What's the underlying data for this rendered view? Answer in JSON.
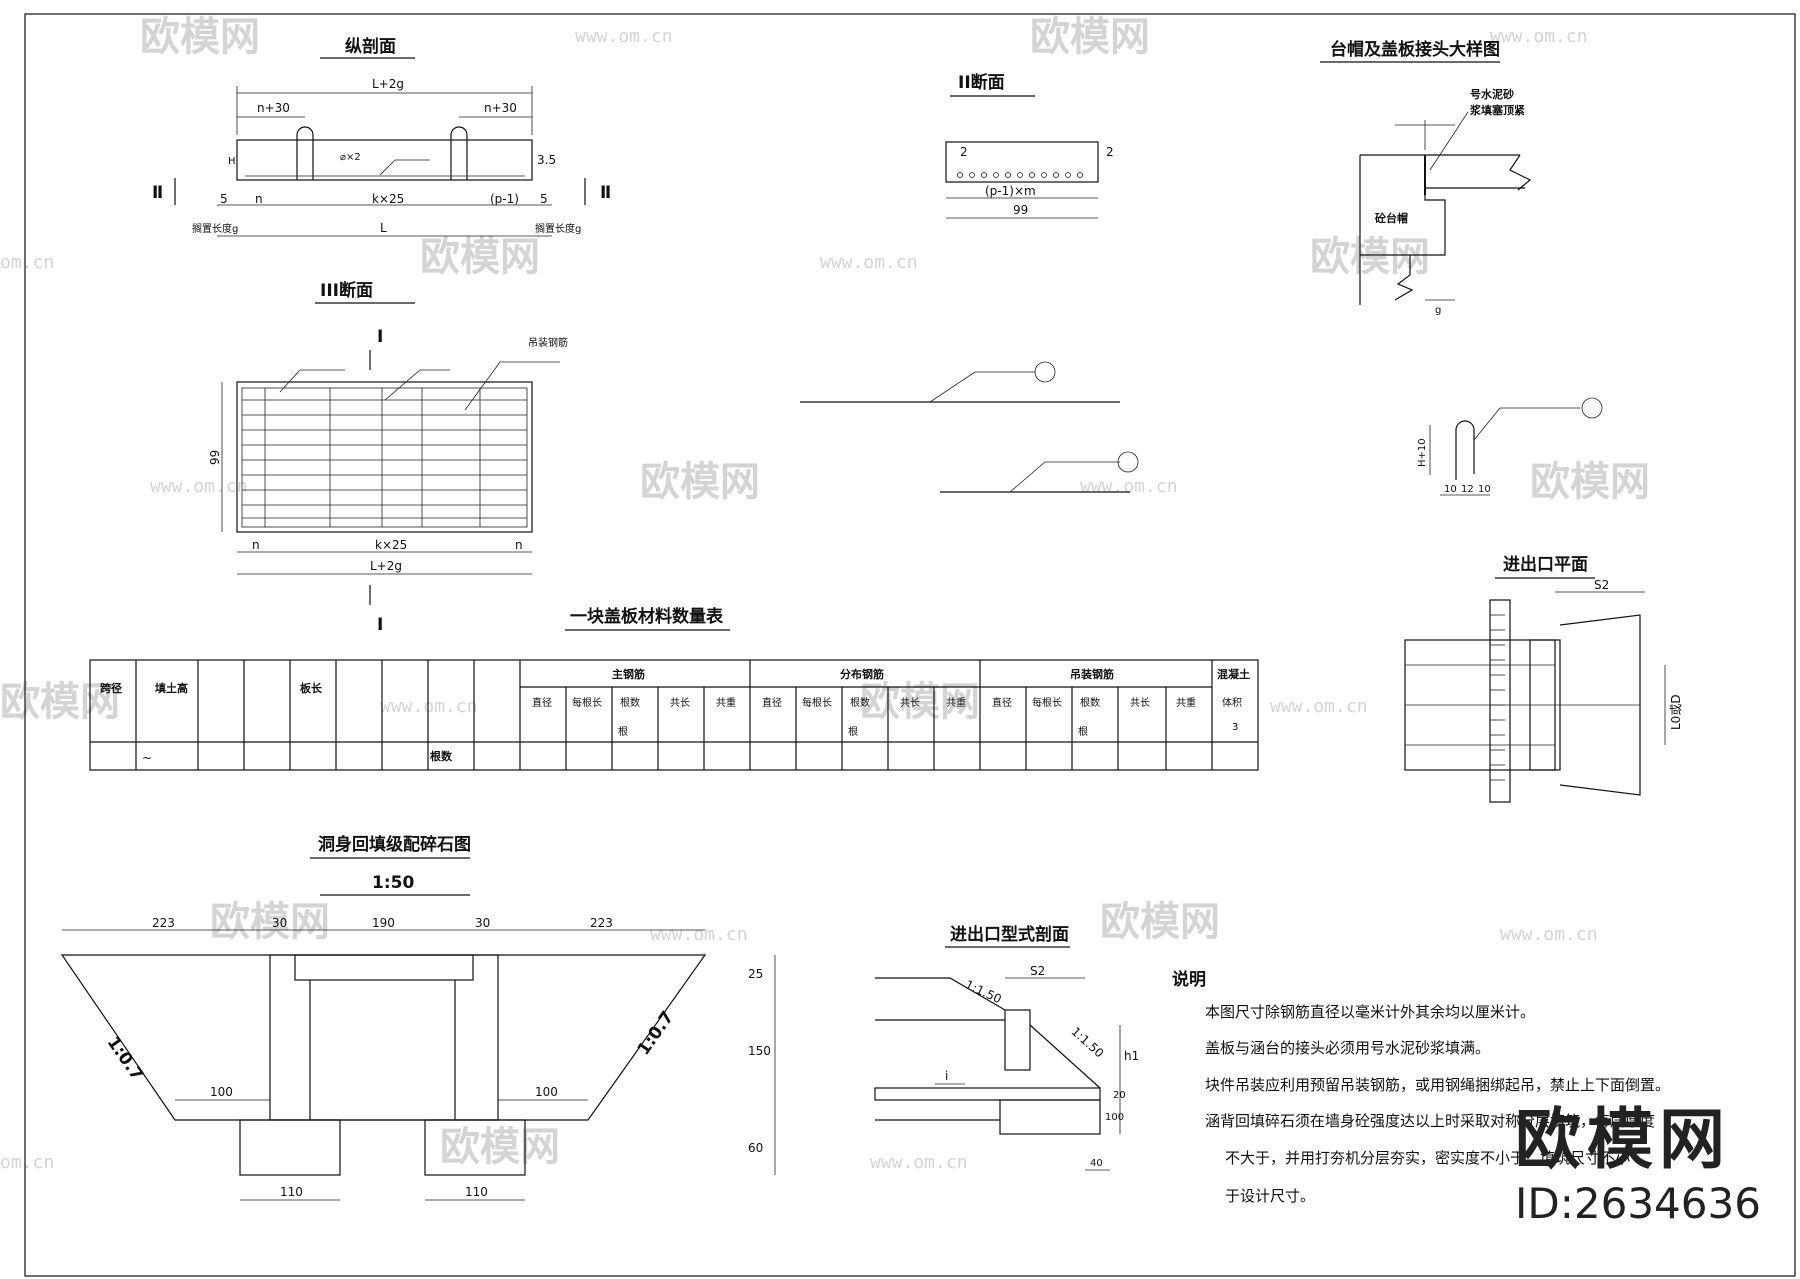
{
  "titles": {
    "longitudinal": "纵剖面",
    "section_ii": "ⅠⅠ断面",
    "section_iii": "ⅠⅠⅠ断面",
    "joint_detail": "台帽及盖板接头大样图",
    "inlet_plan": "进出口平面",
    "material_table": "一块盖板材料数量表",
    "backfill": "洞身回填级配碎石图",
    "backfill_scale": "1:50",
    "inlet_section": "进出口型式剖面"
  },
  "longitudinal": {
    "total": "L+2g",
    "left_offset": "n+30",
    "right_offset": "n+30",
    "height_label": "H",
    "hook_label": "⌀×2",
    "cover": "3.5",
    "edge_left": "5",
    "edge_right": "5",
    "n_left": "n",
    "spacing": "k×25",
    "p_spacing": "(p-1)",
    "support_left": "搁置长度g",
    "support_right": "搁置长度g",
    "length": "L",
    "mark_left": "Ⅱ",
    "mark_right": "Ⅱ"
  },
  "section_ii": {
    "left_cover": "2",
    "right_cover": "2",
    "spacing": "(p-1)×m",
    "width": "99"
  },
  "section_iii": {
    "mark_top": "Ⅰ",
    "mark_bottom": "Ⅰ",
    "lift_bar": "吊装钢筋",
    "width": "99",
    "n_left": "n",
    "spacing": "k×25",
    "n_right": "n",
    "total": "L+2g"
  },
  "joint_detail": {
    "mortar_line1": "号水泥砂",
    "mortar_line2": "浆填塞顶紧",
    "cap_label": "砼台帽",
    "g_label": "g",
    "hook_height": "H+10",
    "hook_dims": [
      "10",
      "12",
      "10"
    ]
  },
  "inlet_plan": {
    "width": "S2",
    "length": "L0或D"
  },
  "table": {
    "head": [
      "跨径",
      "填土高",
      "板长",
      "根数",
      "主钢筋",
      "分布钢筋",
      "吊装钢筋",
      "混凝土"
    ],
    "sub": [
      "直径",
      "每根长",
      "根数",
      "共长",
      "共重"
    ],
    "volume": "体积",
    "unit_sup": "3",
    "gen": "根",
    "tilde": "~"
  },
  "backfill": {
    "top_dims": [
      "223",
      "30",
      "190",
      "30",
      "223"
    ],
    "slope_left": "1:0.7",
    "slope_right": "1:0.7",
    "inner_left": "100",
    "inner_right": "100",
    "foot_left": "110",
    "foot_right": "110",
    "right_dims": [
      "25",
      "150",
      "60"
    ]
  },
  "inlet_section": {
    "slope_top": "1:1.50",
    "slope_side": "1:1.50",
    "s2": "S2",
    "h1": "h1",
    "i_label": "i",
    "dim_20": "20",
    "dim_100": "100",
    "dim_40": "40"
  },
  "notes": {
    "heading": "说明",
    "lines": [
      "本图尺寸除钢筋直径以毫米计外其余均以厘米计。",
      "盖板与涵台的接头必须用号水泥砂浆填满。",
      "块件吊装应利用预留吊装钢筋，或用钢绳捆绑起吊，禁止上下面倒置。",
      "涵背回填碎石须在墙身砼强度达以上时采取对称分层填筑，每层厚度",
      "不大于，并用打夯机分层夯实，密实度不小于，填筑尺寸不小",
      "于设计尺寸。"
    ]
  },
  "watermark": {
    "brand": "欧模网",
    "url": "www.om.cn",
    "domain": "om.cn",
    "id": "ID:2634636"
  }
}
